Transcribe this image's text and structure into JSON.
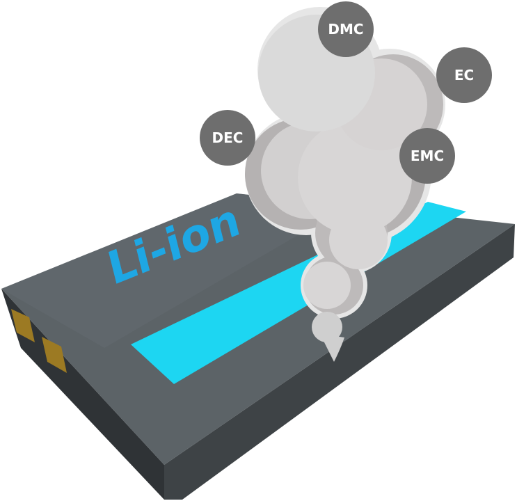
{
  "battery": {
    "brand_text": "Li-ion",
    "colors": {
      "top": "#5c6367",
      "top_shade": "#646c71",
      "front": "#3e4346",
      "left": "#2f3336",
      "stripe": "#1dd6f2",
      "brand": "#1ea7e4",
      "terminal": "#9c7a23"
    }
  },
  "smoke": {
    "colors": {
      "light": "#dadada",
      "mid": "#cfcfcf",
      "shadow": "#b5b2b2",
      "outline": "#e6e6e6"
    }
  },
  "gases": [
    {
      "id": "dmc",
      "label": "DMC"
    },
    {
      "id": "ec",
      "label": "EC"
    },
    {
      "id": "dec",
      "label": "DEC"
    },
    {
      "id": "emc",
      "label": "EMC"
    }
  ],
  "gas_bubble_color": "#6e6e6e"
}
